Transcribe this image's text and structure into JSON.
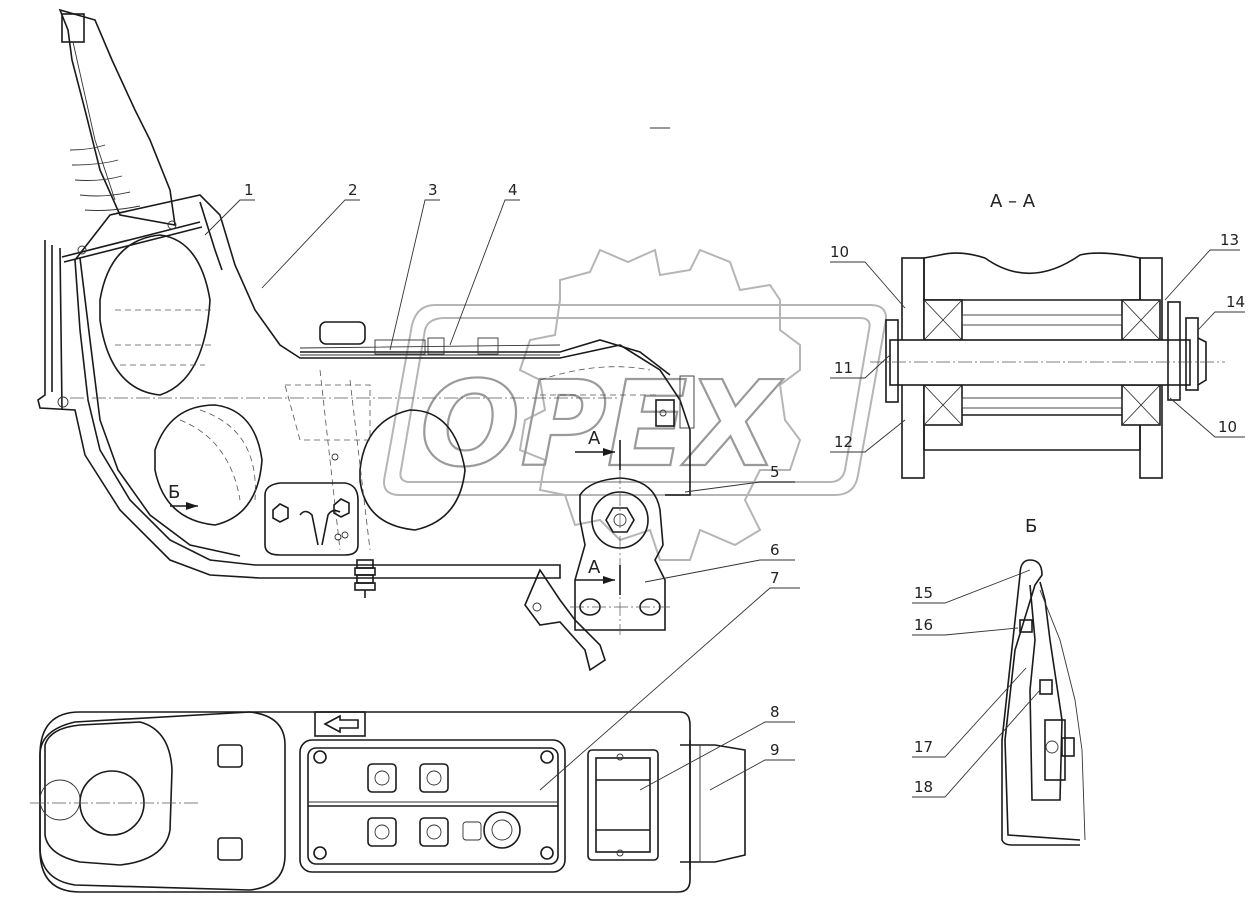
{
  "drawing": {
    "section_title": "А – А",
    "view_b_title": "Б",
    "watermark_text": "OPEX",
    "section_marker": "А",
    "view_marker": "Б",
    "callouts": [
      "1",
      "2",
      "3",
      "4",
      "5",
      "6",
      "7",
      "8",
      "9",
      "10",
      "11",
      "12",
      "13",
      "14",
      "10",
      "15",
      "16",
      "17",
      "18"
    ]
  }
}
